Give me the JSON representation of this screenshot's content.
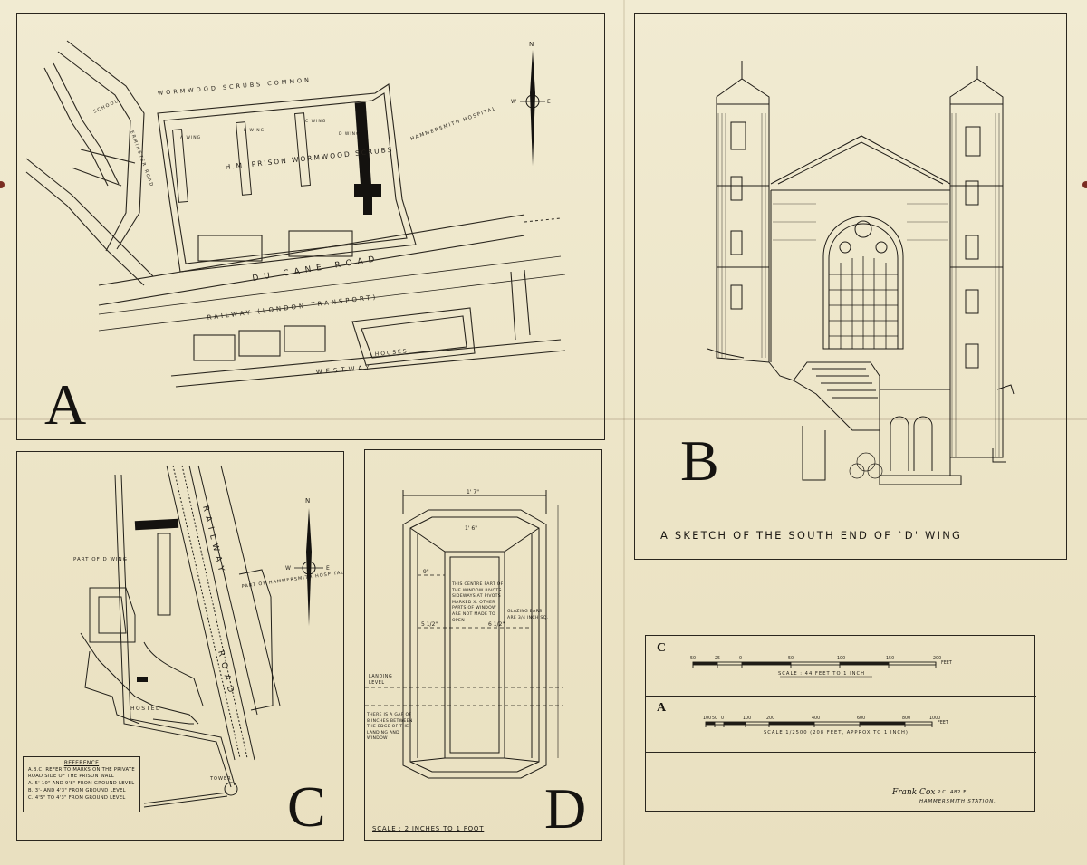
{
  "panels": {
    "a": {
      "letter": "A",
      "labels": {
        "common": "WORMWOOD SCRUBS COMMON",
        "prison": "H.M. PRISON WORMWOOD SCRUBS",
        "hospital": "HAMMERSMITH HOSPITAL",
        "road": "DU CANE ROAD",
        "railway": "RAILWAY (LONDON TRANSPORT)",
        "houses": "HOUSES",
        "westway": "WESTWAY",
        "a_wing": "A WING",
        "b_wing": "B WING",
        "c_wing": "C WING",
        "d_wing": "D WING",
        "school": "SCHOOL",
        "erminster": "ERMINSTER ROAD"
      },
      "compass": {
        "n": "N",
        "w": "W",
        "e": "E"
      }
    },
    "b": {
      "letter": "B",
      "caption": "A SKETCH OF THE SOUTH END OF `D' WING"
    },
    "c": {
      "letter": "C",
      "labels": {
        "railway": "RAILWAY",
        "road": "ROAD",
        "part_of_d_wing": "PART OF D WING",
        "hospital": "PART OF HAMMERSMITH HOSPITAL",
        "hostel": "HOSTEL",
        "tower": "TOWER"
      },
      "compass": {
        "n": "N",
        "w": "W",
        "e": "E"
      },
      "reference": {
        "title": "REFERENCE",
        "intro": "A.B.C. REFER TO MARKS ON THE PRIVATE ROAD SIDE OF THE PRISON WALL",
        "a": "A.  5' 10\" AND 9'8\" FROM GROUND LEVEL",
        "b": "B.  3'-  AND 4'3\" FROM GROUND LEVEL",
        "c": "C.  4'5\" TO 4'3\" FROM GROUND LEVEL"
      }
    },
    "d": {
      "letter": "D",
      "scale": "SCALE : 2 INCHES TO 1 FOOT",
      "top_dim": "1' 7\"",
      "inner_top": "1' 6\"",
      "dim_left": "9\"",
      "dim_w_left": "5 1/2\"",
      "dim_w_right": "6 1/2\"",
      "note_center": "THIS CENTRE PART OF THE WINDOW PIVOTS SIDEWAYS AT PIVOTS MARKED X. OTHER PARTS OF WINDOW ARE NOT MADE TO OPEN",
      "note_right": "GLAZING BARS ARE 3/4 INCH SQ.",
      "landing": "LANDING LEVEL",
      "gap_note": "THERE IS A GAP OF 8 INCHES BETWEEN THE EDGE OF THE LANDING AND WINDOW"
    },
    "scales": {
      "c_label": "C",
      "a_label": "A",
      "c_ticks": [
        "50",
        "25",
        "0",
        "50",
        "100",
        "150",
        "200"
      ],
      "c_unit": "FEET",
      "c_text": "SCALE : 44 FEET TO 1 INCH",
      "a_ticks": [
        "100",
        "50",
        "0",
        "100",
        "200",
        "400",
        "600",
        "800",
        "1000"
      ],
      "a_unit": "FEET",
      "a_text": "SCALE  1/2500  (208 FEET, APPROX TO 1 INCH)",
      "signature": "Frank Cox",
      "ref": "P.C. 482 F.",
      "station": "HAMMERSMITH STATION."
    }
  },
  "colors": {
    "paper": "#efe8cc",
    "ink": "#1a1712",
    "pin": "#7a2d22"
  }
}
